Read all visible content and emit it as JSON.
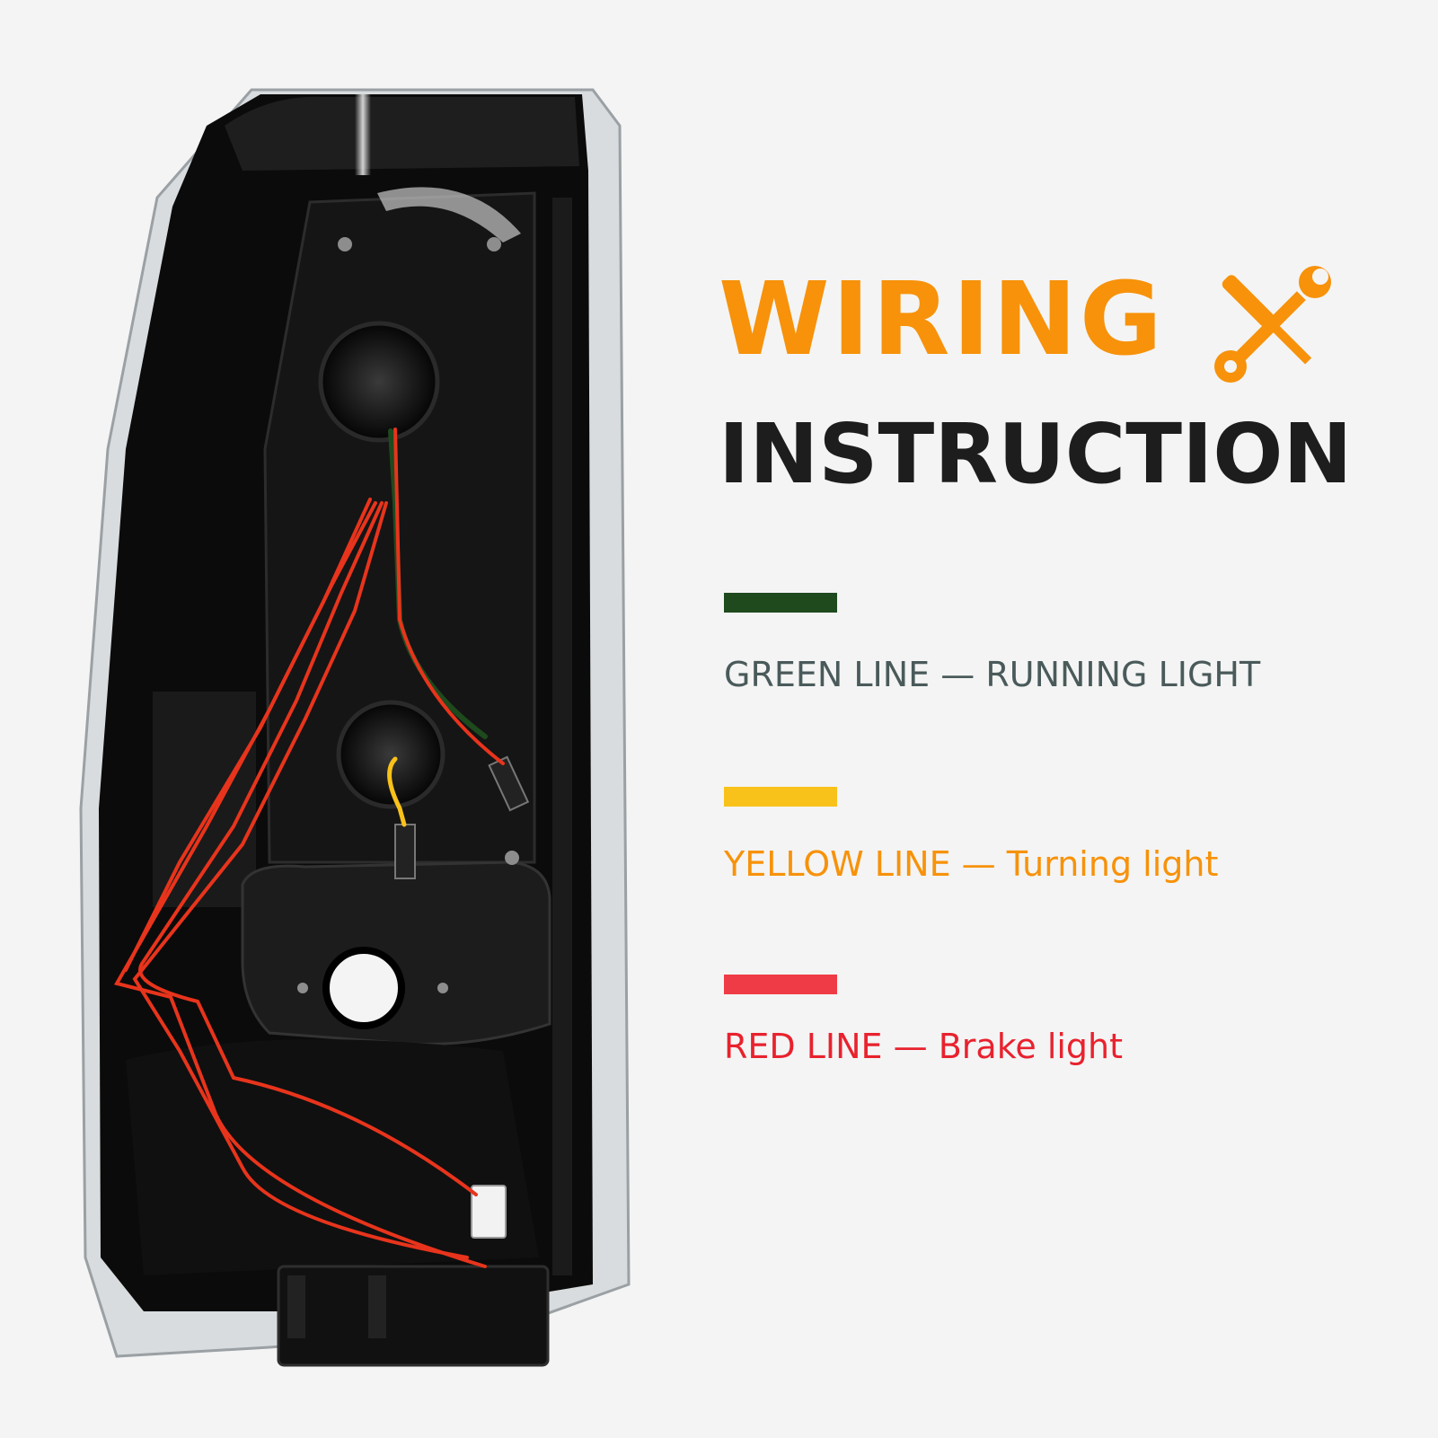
{
  "title": {
    "line1": "WIRING",
    "line2": "INSTRUCTION",
    "icon": "wrench-screwdriver-icon",
    "accent_color": "#f7920a",
    "dark_color": "#1d1d1d"
  },
  "legend": [
    {
      "label": "GREEN LINE — RUNNING LIGHT",
      "swatch_color": "#1e4a1e",
      "text_color": "#4a5a5a"
    },
    {
      "label": "YELLOW LINE — Turning light",
      "swatch_color": "#f9c21a",
      "text_color": "#f7920a"
    },
    {
      "label": "RED LINE — Brake light",
      "swatch_color": "#ef3b45",
      "text_color": "#e8222e"
    }
  ],
  "product": {
    "subject": "tail-light-housing-back-view",
    "wire_color": "#e8341c"
  }
}
